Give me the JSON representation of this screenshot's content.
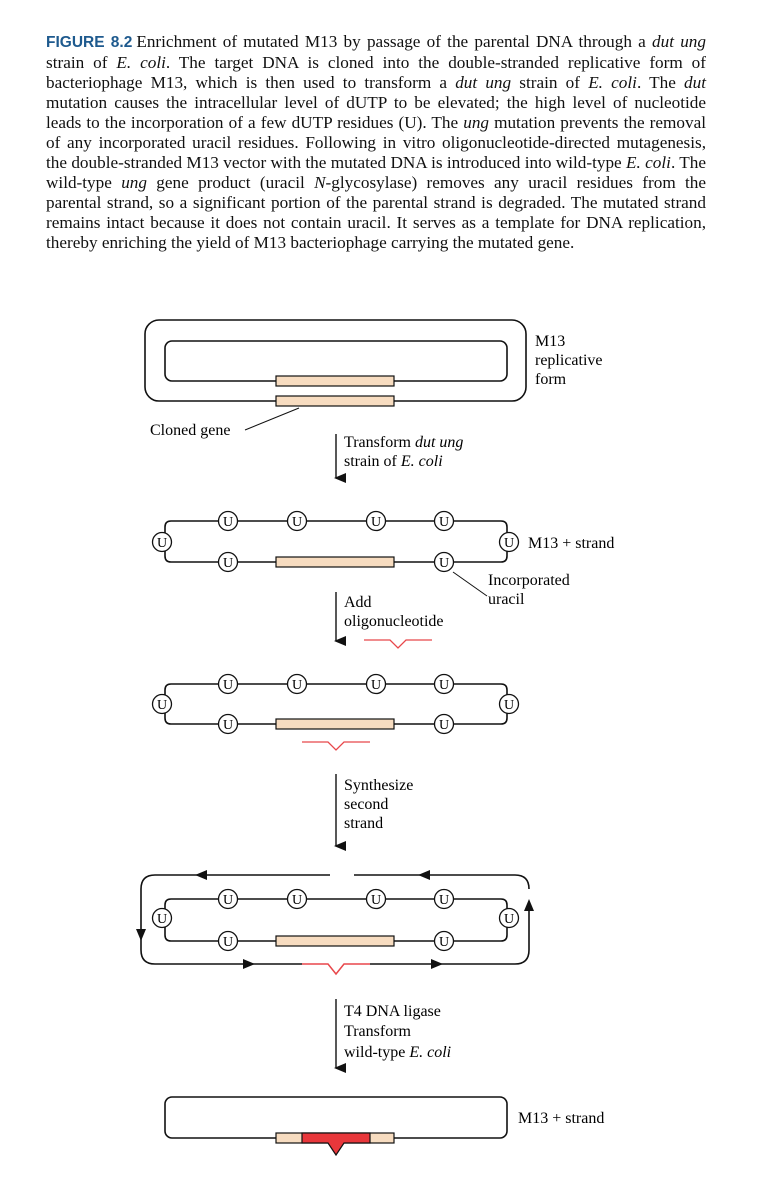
{
  "caption": {
    "label": "FIGURE 8.2",
    "runs": [
      {
        "text": "Enrichment of mutated M13 by passage of the parental DNA through a ",
        "italic": false
      },
      {
        "text": "dut ung",
        "italic": true
      },
      {
        "text": " strain of ",
        "italic": false
      },
      {
        "text": "E. coli",
        "italic": true
      },
      {
        "text": ". The target DNA is cloned into the double-stranded replicative form of bacteriophage M13, which is then used to transform a ",
        "italic": false
      },
      {
        "text": "dut ung",
        "italic": true
      },
      {
        "text": " strain of ",
        "italic": false
      },
      {
        "text": "E. coli",
        "italic": true
      },
      {
        "text": ". The ",
        "italic": false
      },
      {
        "text": "dut",
        "italic": true
      },
      {
        "text": " mutation causes the intracellular level of dUTP to be elevated; the high level of nucleotide leads to the incorporation of a few dUTP residues (U). The ",
        "italic": false
      },
      {
        "text": "ung",
        "italic": true
      },
      {
        "text": " mutation prevents the removal of any incorporated uracil residues. Following in vitro oligonucleotide-directed mutagenesis, the double-stranded M13 vector with the mutated DNA is introduced into wild-type ",
        "italic": false
      },
      {
        "text": "E. coli",
        "italic": true
      },
      {
        "text": ". The wild-type ",
        "italic": false
      },
      {
        "text": "ung",
        "italic": true
      },
      {
        "text": " gene product (uracil ",
        "italic": false
      },
      {
        "text": "N",
        "italic": true
      },
      {
        "text": "-glycosylase) removes any uracil residues from the parental strand, so a significant portion of the parental strand is degraded. The mutated strand remains intact because it does not contain uracil. It serves as a template for DNA replication, thereby enriching the yield of M13 bacteriophage carrying the mutated gene.",
        "italic": false
      }
    ]
  },
  "diagram": {
    "uracil_symbol": "U",
    "colors": {
      "gene_fill": "#f7dcc0",
      "oligo": "#e8474b",
      "mutated_fill": "#e8373b",
      "line": "#111111"
    },
    "labels": {
      "rf_line1": "M13",
      "rf_line2": "replicative",
      "rf_line3": "form",
      "cloned_gene": "Cloned gene",
      "plus_strand_1": "M13 + strand",
      "incorporated_line1": "Incorporated",
      "incorporated_line2": "uracil",
      "plus_strand_final": "M13 + strand"
    },
    "steps": {
      "step1_line1_a": "Transform ",
      "step1_line1_b": "dut ung",
      "step1_line2_a": "strain of ",
      "step1_line2_b": "E. coli",
      "step2_line1": "Add",
      "step2_line2": "oligonucleotide",
      "step3_line1": "Synthesize",
      "step3_line2": "second",
      "step3_line3": "strand",
      "step4_line1": "T4 DNA ligase",
      "step4_line2": "Transform",
      "step4_line3_a": "wild-type ",
      "step4_line3_b": "E. coli"
    }
  }
}
